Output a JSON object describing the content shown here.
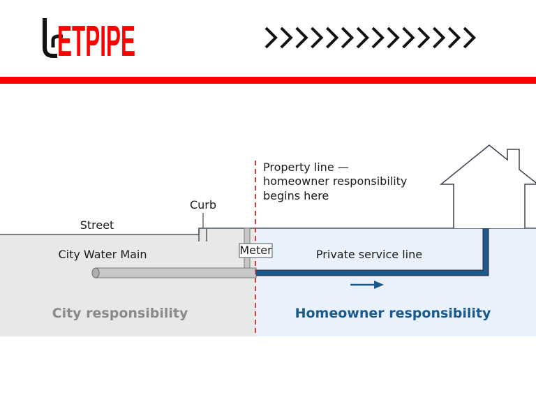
{
  "header": {
    "logo": {
      "prefix_glyph": "U",
      "text": "ETPIPE",
      "accent_color": "#ff0000",
      "glyph_color": "#111111"
    },
    "chevron_count": 14,
    "chevron_icon": "chevron-right-icon"
  },
  "band_color": "#ff0000",
  "diagram": {
    "labels": {
      "street": "Street",
      "curb": "Curb",
      "city_water_main": "City Water Main",
      "meter": "Meter",
      "property_line": [
        "Property line —",
        "homeowner responsibility",
        "begins here"
      ],
      "private_service_line": "Private service line",
      "city_responsibility": "City responsibility",
      "homeowner_responsibility": "Homeowner responsibility"
    },
    "colors": {
      "city_zone": "#e8e8e8",
      "homeowner_zone": "#e9f2fc",
      "city_pipe": "#c8c8c8",
      "service_pipe": "#1a5a8e",
      "property_line": "#c94040",
      "city_text": "#8a8a8a",
      "homeowner_text": "#1a5a8e",
      "outline": "#4a5560"
    },
    "flow_direction": "right"
  }
}
